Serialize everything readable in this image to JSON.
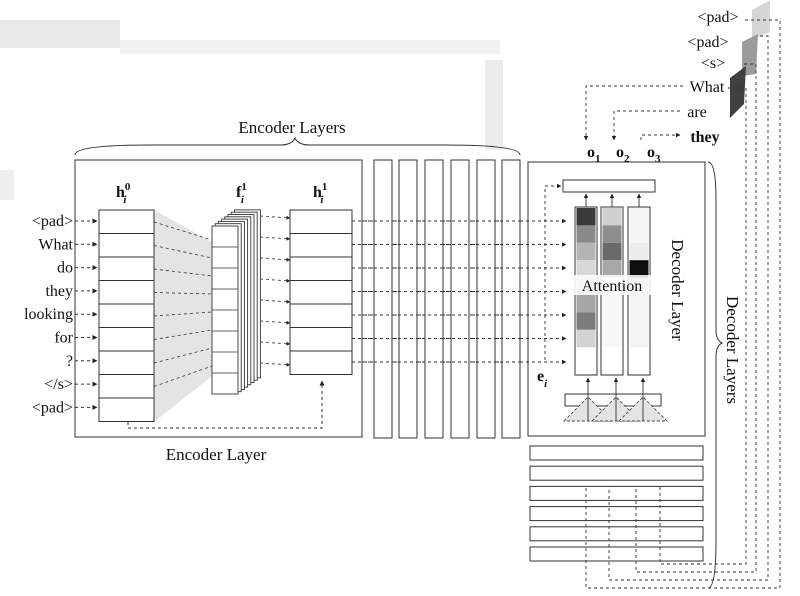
{
  "labels": {
    "encoder_layers": "Encoder Layers",
    "encoder_layer": "Encoder Layer",
    "decoder_layer": "Decoder Layer",
    "decoder_layers": "Decoder Layers",
    "attention": "Attention",
    "h_var": "h",
    "h_sub": "i",
    "h0_sup": "0",
    "f_var": "f",
    "f_sub": "i",
    "f_sup": "1",
    "h1_sup": "1",
    "e_var": "e",
    "e_sub": "i",
    "o_var": "o",
    "o1_sub": "1",
    "o2_sub": "2",
    "o3_sub": "3"
  },
  "input_tokens": [
    "<pad>",
    "What",
    "do",
    "they",
    "looking",
    "for",
    "?",
    "</s>",
    "<pad>"
  ],
  "output_tokens": [
    "<pad>",
    "<pad>",
    "<s>",
    "What",
    "are",
    "they"
  ],
  "attention_columns": [
    [
      "#3a3a3a",
      "#8a8a8a",
      "#b4b4b4",
      "#d8d8d8",
      "#c4c4c4",
      "#a6a6a6",
      "#7c7c7c",
      "#d2d2d2"
    ],
    [
      "#cfcfcf",
      "#8e8e8e",
      "#6a6a6a",
      "#a8a8a8",
      "#ececec",
      "#f8f8f8",
      "#f8f8f8",
      "#f8f8f8"
    ],
    [
      "#f4f4f4",
      "#f4f4f4",
      "#ececec",
      "#0f0f0f",
      "#b8b8b8",
      "#f4f4f4",
      "#f4f4f4",
      "#f4f4f4"
    ]
  ]
}
